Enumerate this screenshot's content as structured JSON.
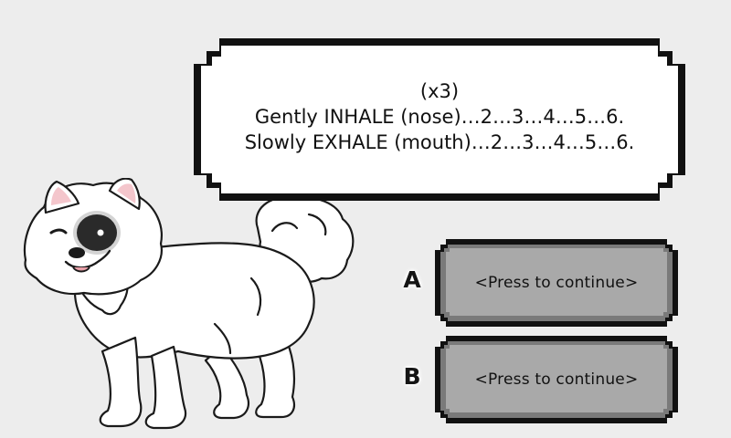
{
  "dialog": {
    "line1": "(x3)",
    "line2": "Gently INHALE (nose)…2…3…4…5…6.",
    "line3": "Slowly EXHALE (mouth)…2…3…4…5…6."
  },
  "choices": [
    {
      "key": "A",
      "label": "<Press to continue>"
    },
    {
      "key": "B",
      "label": "<Press to continue>"
    }
  ],
  "character": {
    "icon": "samoyed-dog-with-eye-patch"
  },
  "colors": {
    "background": "#ededed",
    "frame": "#111111",
    "dialog_fill": "#ffffff",
    "button_fill": "#a8a8a8"
  }
}
